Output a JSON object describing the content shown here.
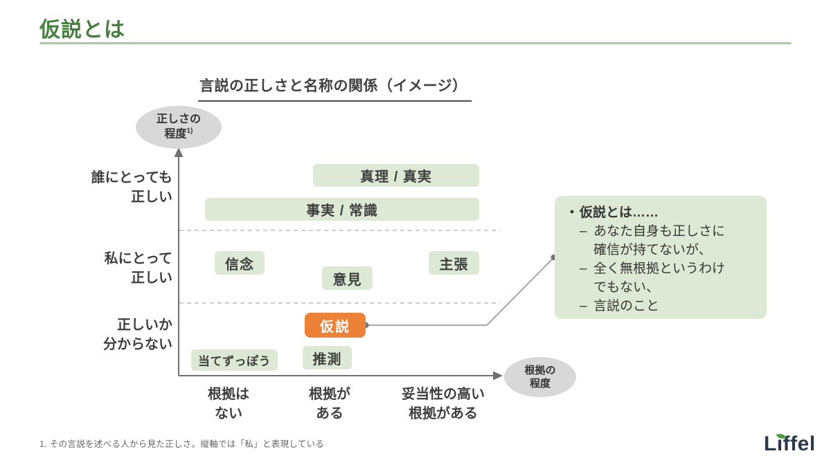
{
  "slide": {
    "title": "仮説とは",
    "footnote": "1. その言説を述べる人から見た正しさ。縦軸では「私」と表現している",
    "logo_text": "Liffel"
  },
  "diagram": {
    "title": "言説の正しさと名称の関係（イメージ）",
    "y_axis": {
      "label_line1": "正しさの",
      "label_line2": "程度",
      "label_superscript": "1)",
      "categories": [
        "誰にとっても\n正しい",
        "私にとって\n正しい",
        "正しいか\n分からない"
      ]
    },
    "x_axis": {
      "label_line1": "根拠の",
      "label_line2": "程度",
      "categories": [
        "根拠は\nない",
        "根拠が\nある",
        "妥当性の高い\n根拠がある"
      ]
    },
    "boxes": {
      "truth": "真理 / 真実",
      "fact": "事実 / 常識",
      "belief": "信念",
      "opinion": "意見",
      "claim": "主張",
      "hypothesis": "仮説",
      "guess": "推測",
      "wild_guess": "当てずっぽう"
    }
  },
  "callout": {
    "bullet": "・",
    "heading": "仮説とは……",
    "dash": "–",
    "items": [
      "あなた自身も正しさに\n確信が持てないが、",
      "全く無根拠というわけ\nでもない、",
      "言説のこと"
    ]
  },
  "colors": {
    "title_green": "#46803e",
    "underline_green": "#a9cba0",
    "box_green": "#dde9d5",
    "accent_orange": "#ec8138",
    "ellipse_gray": "#d8d8d8",
    "text_dark": "#3f3f3f",
    "axis_gray": "#6f6f6f",
    "connector_gray": "#8a8a8a",
    "logo_navy": "#2b3a4a",
    "leaf_green": "#4e9b43"
  }
}
